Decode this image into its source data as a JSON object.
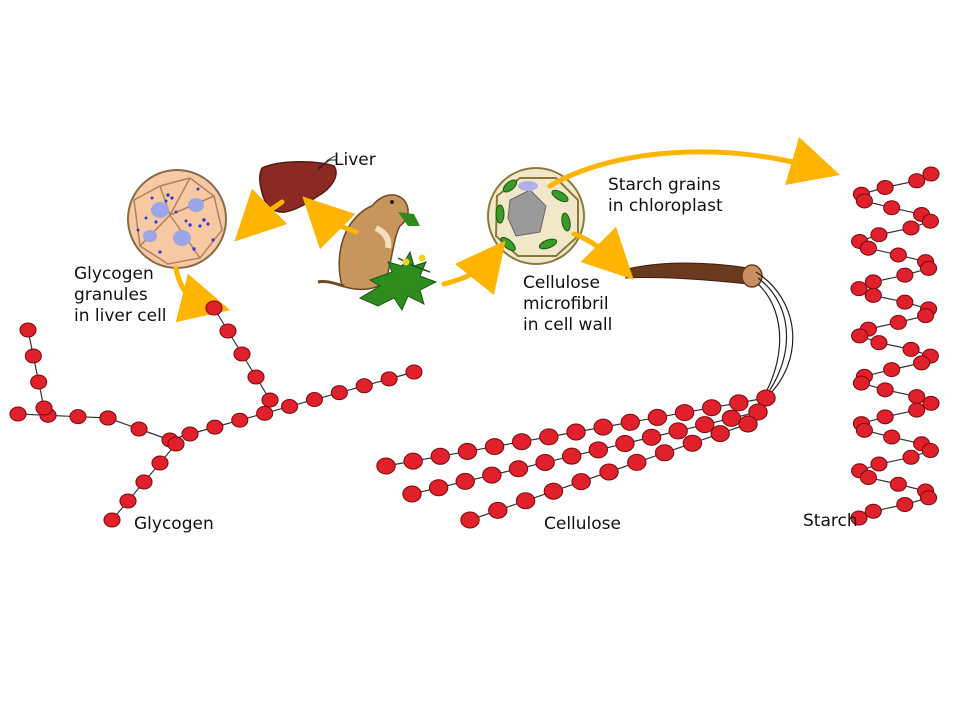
{
  "labels": {
    "liver": "Liver",
    "glycogen_granules": [
      "Glycogen",
      "granules",
      "in liver cell"
    ],
    "starch_grains": [
      "Starch grains",
      "in chloroplast"
    ],
    "cellulose_microfibril": [
      "Cellulose",
      "microfibril",
      "in cell wall"
    ],
    "glycogen": "Glycogen",
    "cellulose": "Cellulose",
    "starch": "Starch"
  },
  "colors": {
    "glucose_unit": "#e0202a",
    "glucose_unit_dark": "#7a0a10",
    "arrow": "#ffb400",
    "arrow_edge": "#f08a00",
    "liver": "#8b2a22",
    "liver_cell": "#f6c9a3",
    "plant_green": "#2e8b1e",
    "animal": "#c8955c",
    "microfibril": "#6b3a1e"
  }
}
